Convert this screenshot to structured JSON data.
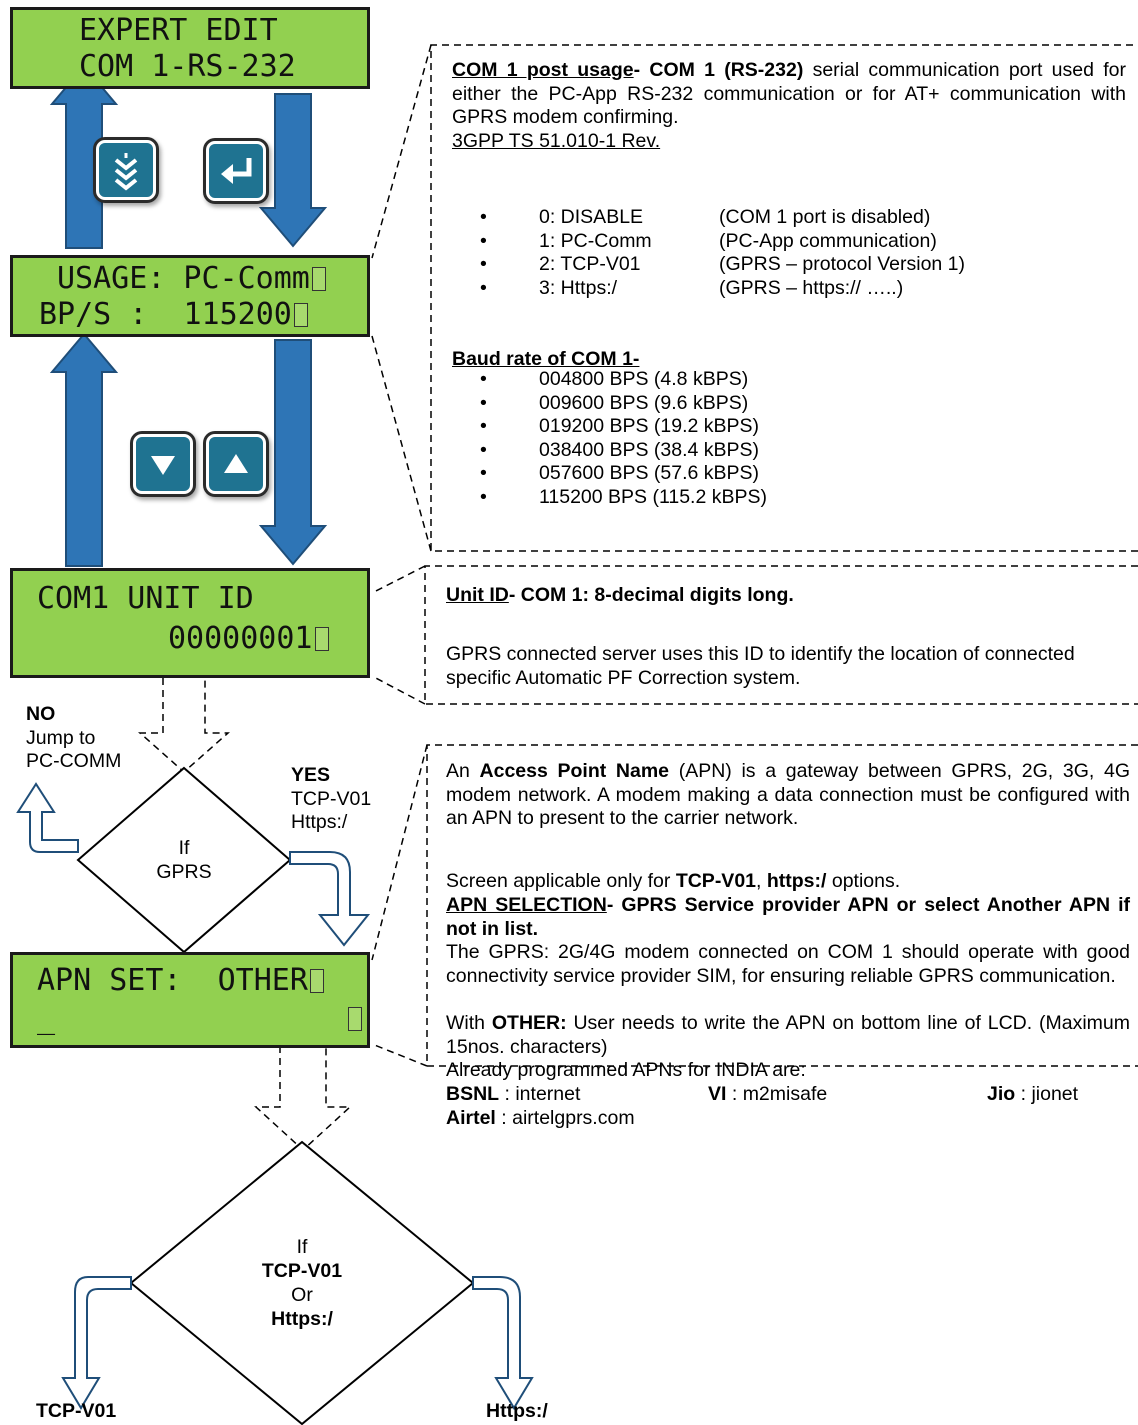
{
  "lcd": {
    "expert_line1": "EXPERT EDIT",
    "expert_line2": "COM 1-RS-232",
    "usage_line1": "USAGE: PC-Comm",
    "usage_line2": "BP/S :  115200",
    "unit_line1": "COM1 UNIT ID",
    "unit_line2": "00000001",
    "apn_line1": "APN SET:  OTHER",
    "apn_line2": "_"
  },
  "buttons": {
    "page_down_icon": "double-chevron-down-icon",
    "enter_icon": "enter-return-icon",
    "down_icon": "triangle-down-icon",
    "up_icon": "triangle-up-icon"
  },
  "com1_note": {
    "heading_u": "COM 1 post usage",
    "heading_b": "- COM 1 (RS-232)",
    "text1": " serial communication port used for either the PC-App RS-232 communication or for AT+ communication with GPRS modem confirming.",
    "ref": "3GPP TS 51.010-1 Rev.",
    "usage_options": [
      {
        "code": "0: DISABLE",
        "desc": "(COM 1 port is disabled)"
      },
      {
        "code": "1: PC-Comm",
        "desc": "(PC-App communication)"
      },
      {
        "code": "2: TCP-V01",
        "desc": "(GPRS – protocol Version 1)"
      },
      {
        "code": "3: Https:/",
        "desc": "(GPRS – https:// …..)"
      }
    ],
    "baud_heading": "Baud rate of COM 1-",
    "baud_rates": [
      "004800 BPS (4.8 kBPS)",
      "009600 BPS (9.6 kBPS)",
      "019200 BPS (19.2 kBPS)",
      "038400 BPS (38.4 kBPS)",
      "057600 BPS (57.6 kBPS)",
      "115200 BPS (115.2 kBPS)"
    ]
  },
  "unit_note": {
    "heading_u": "Unit ID",
    "heading_b": "- COM 1: 8-decimal digits long.",
    "text": "GPRS connected server uses this ID to identify the location of connected specific Automatic PF Correction system."
  },
  "apn_note": {
    "p1_a": "An ",
    "p1_b": "Access Point Name",
    "p1_c": " (APN) is a gateway between GPRS, 2G, 3G, 4G modem network. A modem making a data connection must be configured with an APN to present to the carrier network.",
    "p2_a": "Screen applicable only for ",
    "p2_b": "TCP-V01",
    "p2_c": ", ",
    "p2_d": "https:/",
    "p2_e": " options.",
    "p3_u": "APN SELECTION",
    "p3_b": "- GPRS Service provider APN or select Another APN if not in list.",
    "p4": "The GPRS: 2G/4G modem connected on COM 1 should operate with good connectivity service provider SIM, for ensuring reliable GPRS communication.",
    "p5_a": "With ",
    "p5_b": "OTHER:",
    "p5_c": " User needs to write the APN on bottom line of LCD. (Maximum 15nos. characters)",
    "p6": "Already programmed APNs for INDIA are:",
    "apns": [
      {
        "name": "BSNL",
        "value": " : internet"
      },
      {
        "name": "VI",
        "value": " : m2misafe"
      },
      {
        "name": "Jio",
        "value": " : jionet"
      },
      {
        "name": "Airtel",
        "value": " : airtelgprs.com"
      }
    ]
  },
  "flow": {
    "no_label": "NO",
    "no_text1": "Jump to",
    "no_text2": "PC-COMM",
    "yes_label": "YES",
    "yes_text1": "TCP-V01",
    "yes_text2": "Https:/",
    "gprs_if": "If",
    "gprs_word": "GPRS",
    "d2_if": "If",
    "d2_tcp": "TCP-V01",
    "d2_or": "Or",
    "d2_https": "Https:/",
    "out_left": "TCP-V01",
    "out_right": "Https:/"
  },
  "colors": {
    "lcd_green": "#92d050",
    "arrow_blue": "#2e75b6",
    "arrow_outline": "#1f4e79",
    "button_teal": "#1f7391"
  }
}
